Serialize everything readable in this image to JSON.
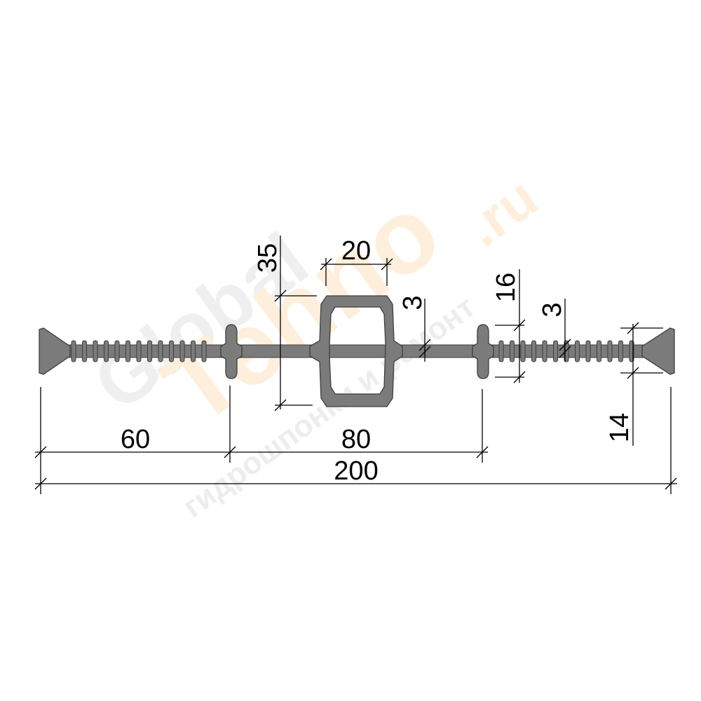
{
  "watermark": {
    "brand_a": "Global",
    "brand_b": "Tehno",
    "site": ".ru",
    "tagline": "гидрошпонки и ремонт",
    "color_gray": "#e6e6e6",
    "color_orange": "#fde9cf"
  },
  "colors": {
    "profile_fill": "#7b7b7b",
    "profile_stroke": "#3e3e3e",
    "line": "#000000"
  },
  "dimensions": {
    "width_total": "200",
    "left_section": "60",
    "middle_section": "80",
    "bulb_height": "35",
    "bulb_width": "20",
    "web_thickness": "3",
    "rib_height": "16",
    "end_thickness": "3",
    "end_height": "14"
  }
}
